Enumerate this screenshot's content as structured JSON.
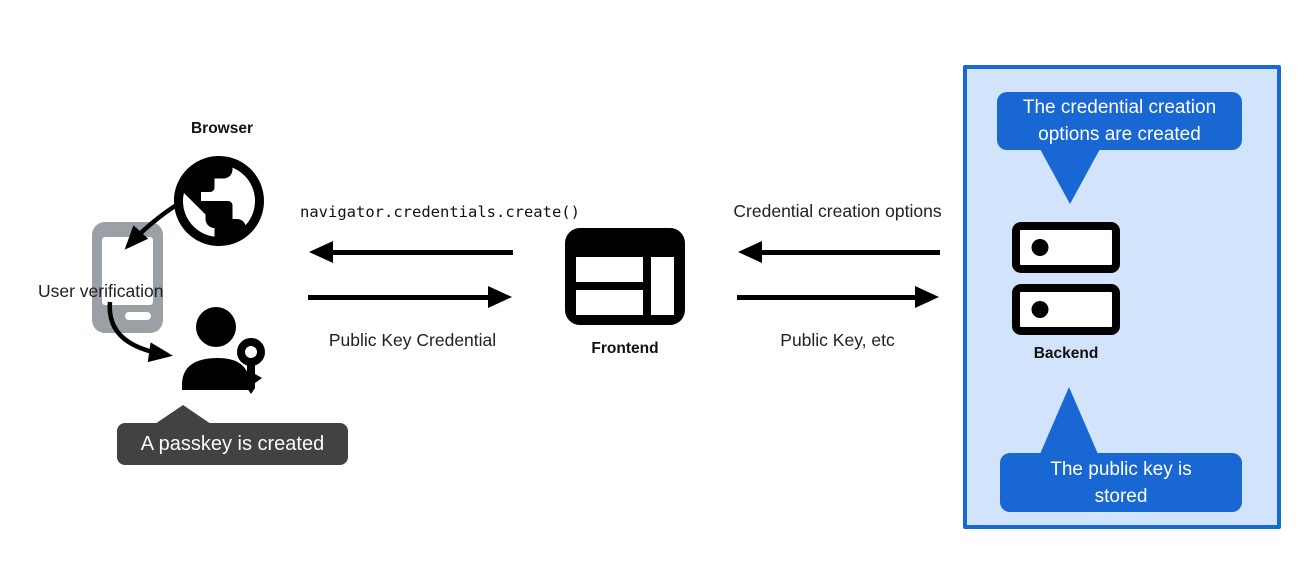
{
  "colors": {
    "accent_blue": "#1967d2",
    "panel_fill": "#d2e3fc",
    "tooltip_dark": "#424242",
    "phone_gray": "#9aa0a6",
    "ink": "#000000"
  },
  "browser": {
    "label": "Browser",
    "user_verification": "User verification",
    "passkey_tooltip": "A passkey is created",
    "icons": [
      "globe-icon",
      "smartphone-icon",
      "person-key-icon"
    ]
  },
  "frontend": {
    "label": "Frontend",
    "icons": [
      "browser-window-icon"
    ]
  },
  "backend": {
    "label": "Backend",
    "options_tooltip": "The credential creation options are created",
    "stored_tooltip": "The public key is stored",
    "icons": [
      "server-stack-icon"
    ]
  },
  "flows": {
    "create_call": "navigator.credentials.create()",
    "public_key_credential": "Public Key Credential",
    "credential_creation_options": "Credential creation options",
    "public_key_etc": "Public Key, etc"
  }
}
